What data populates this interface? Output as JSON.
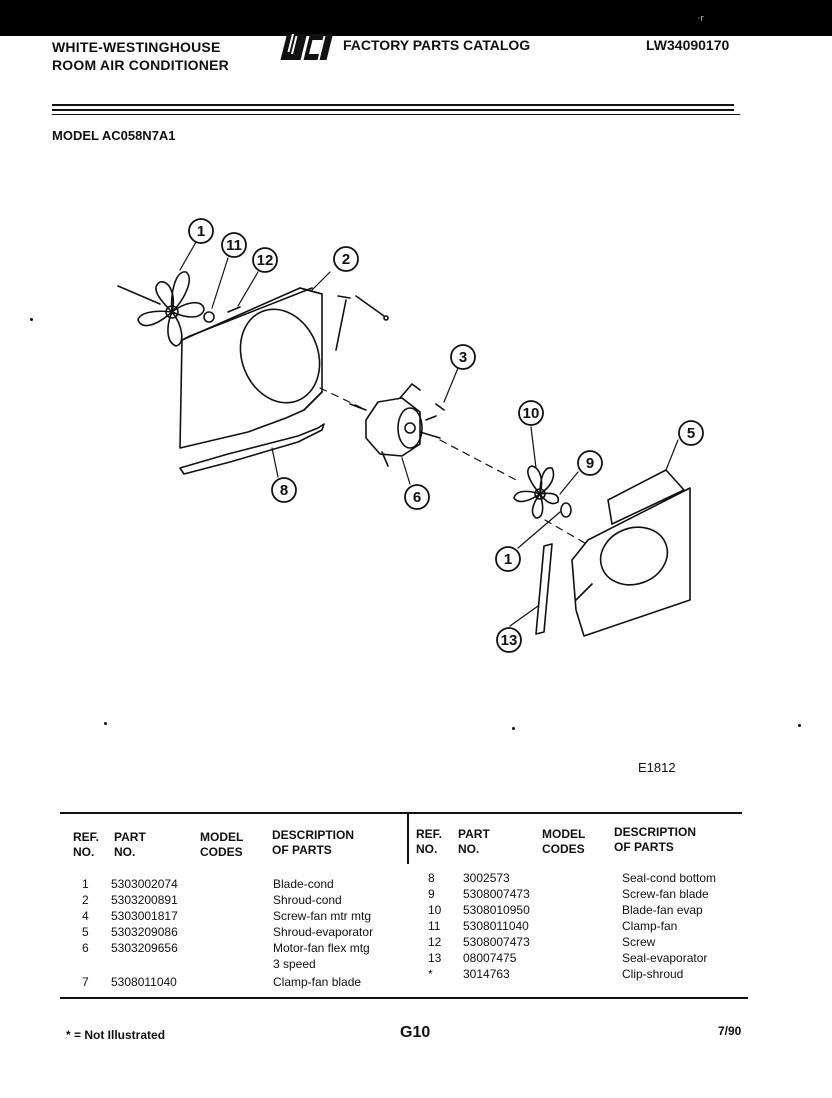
{
  "header": {
    "corner_mark": "·r",
    "brand_line1": "WHITE-WESTINGHOUSE",
    "brand_line2": "ROOM AIR CONDITIONER",
    "logo_text": "WCI",
    "catalog_title": "FACTORY PARTS CATALOG",
    "catalog_number": "LW34090170"
  },
  "model_line": "MODEL AC058N7A1",
  "figure_code": "E1812",
  "callouts": [
    "1",
    "11",
    "12",
    "2",
    "3",
    "10",
    "5",
    "9",
    "8",
    "6",
    "1",
    "13"
  ],
  "table": {
    "headers_left": {
      "ref": [
        "REF.",
        "NO."
      ],
      "part": [
        "PART",
        "NO."
      ],
      "model": [
        "MODEL",
        "CODES"
      ],
      "desc": [
        "DESCRIPTION",
        "OF PARTS"
      ]
    },
    "headers_right": {
      "ref": [
        "REF.",
        "NO."
      ],
      "part": [
        "PART",
        "NO."
      ],
      "model": [
        "MODEL",
        "CODES"
      ],
      "desc": [
        "DESCRIPTION",
        "OF PARTS"
      ]
    },
    "left_rows": [
      {
        "ref": "1",
        "part": "5303002074",
        "desc": "Blade-cond"
      },
      {
        "ref": "2",
        "part": "5303200891",
        "desc": "Shroud-cond"
      },
      {
        "ref": "4",
        "part": "5303001817",
        "desc": "Screw-fan mtr mtg"
      },
      {
        "ref": "5",
        "part": "5303209086",
        "desc": "Shroud-evaporator"
      },
      {
        "ref": "6",
        "part": "5303209656",
        "desc": "Motor-fan flex mtg"
      },
      {
        "ref": "",
        "part": "",
        "desc": "3 speed"
      },
      {
        "ref": "7",
        "part": "5308011040",
        "desc": "Clamp-fan blade"
      }
    ],
    "right_rows": [
      {
        "ref": "8",
        "part": "3002573",
        "desc": "Seal-cond bottom"
      },
      {
        "ref": "9",
        "part": "5308007473",
        "desc": "Screw-fan blade"
      },
      {
        "ref": "10",
        "part": "5308010950",
        "desc": "Blade-fan evap"
      },
      {
        "ref": "11",
        "part": "5308011040",
        "desc": "Clamp-fan"
      },
      {
        "ref": "12",
        "part": "5308007473",
        "desc": "Screw"
      },
      {
        "ref": "13",
        "part": "08007475",
        "desc": "Seal-evaporator"
      },
      {
        "ref": "*",
        "part": "3014763",
        "desc": "Clip-shroud"
      }
    ]
  },
  "footer": {
    "note": "* = Not Illustrated",
    "page": "G10",
    "date": "7/90"
  }
}
